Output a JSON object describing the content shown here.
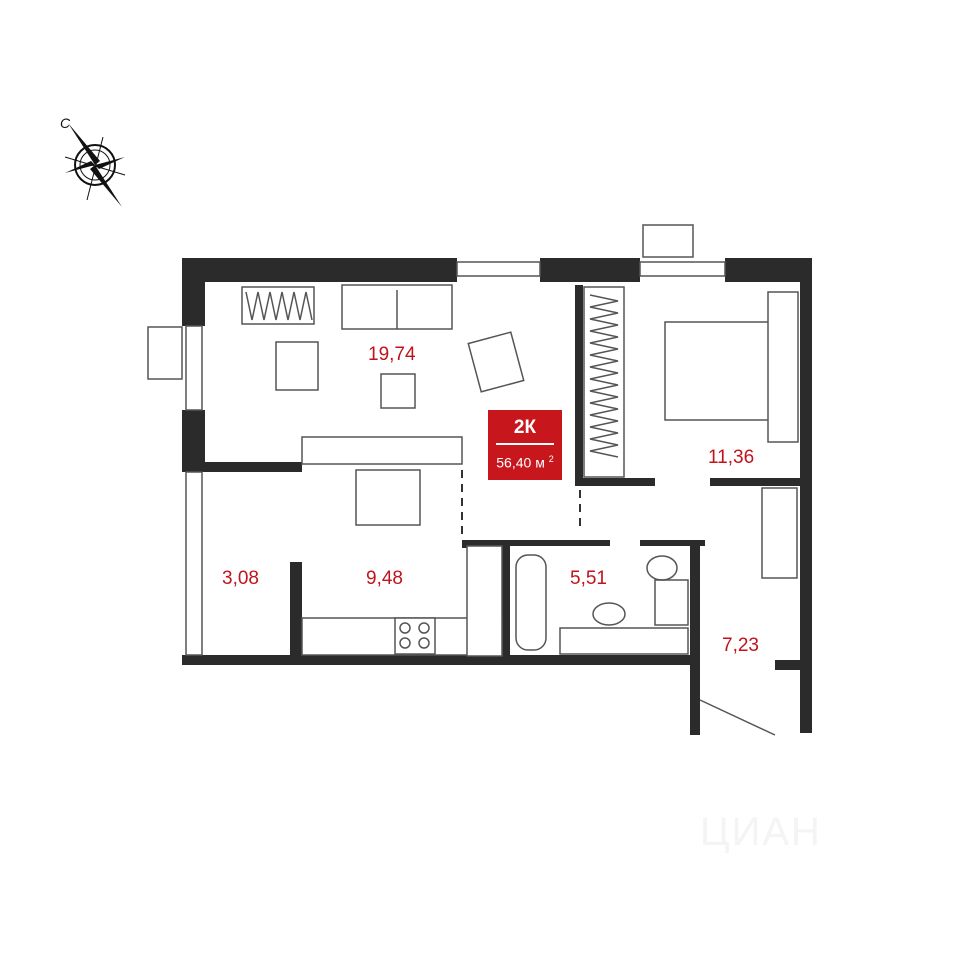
{
  "compass": {
    "north_label": "С"
  },
  "badge": {
    "type": "2К",
    "total_area": "56,40 м",
    "unit_power": "2",
    "color": "#c8161d"
  },
  "rooms": [
    {
      "name": "living-room",
      "area": "19,74"
    },
    {
      "name": "bedroom",
      "area": "11,36"
    },
    {
      "name": "balcony",
      "area": "3,08"
    },
    {
      "name": "kitchen",
      "area": "9,48"
    },
    {
      "name": "bathroom",
      "area": "5,51"
    },
    {
      "name": "hallway",
      "area": "7,23"
    }
  ],
  "watermark": "ЦИАН"
}
